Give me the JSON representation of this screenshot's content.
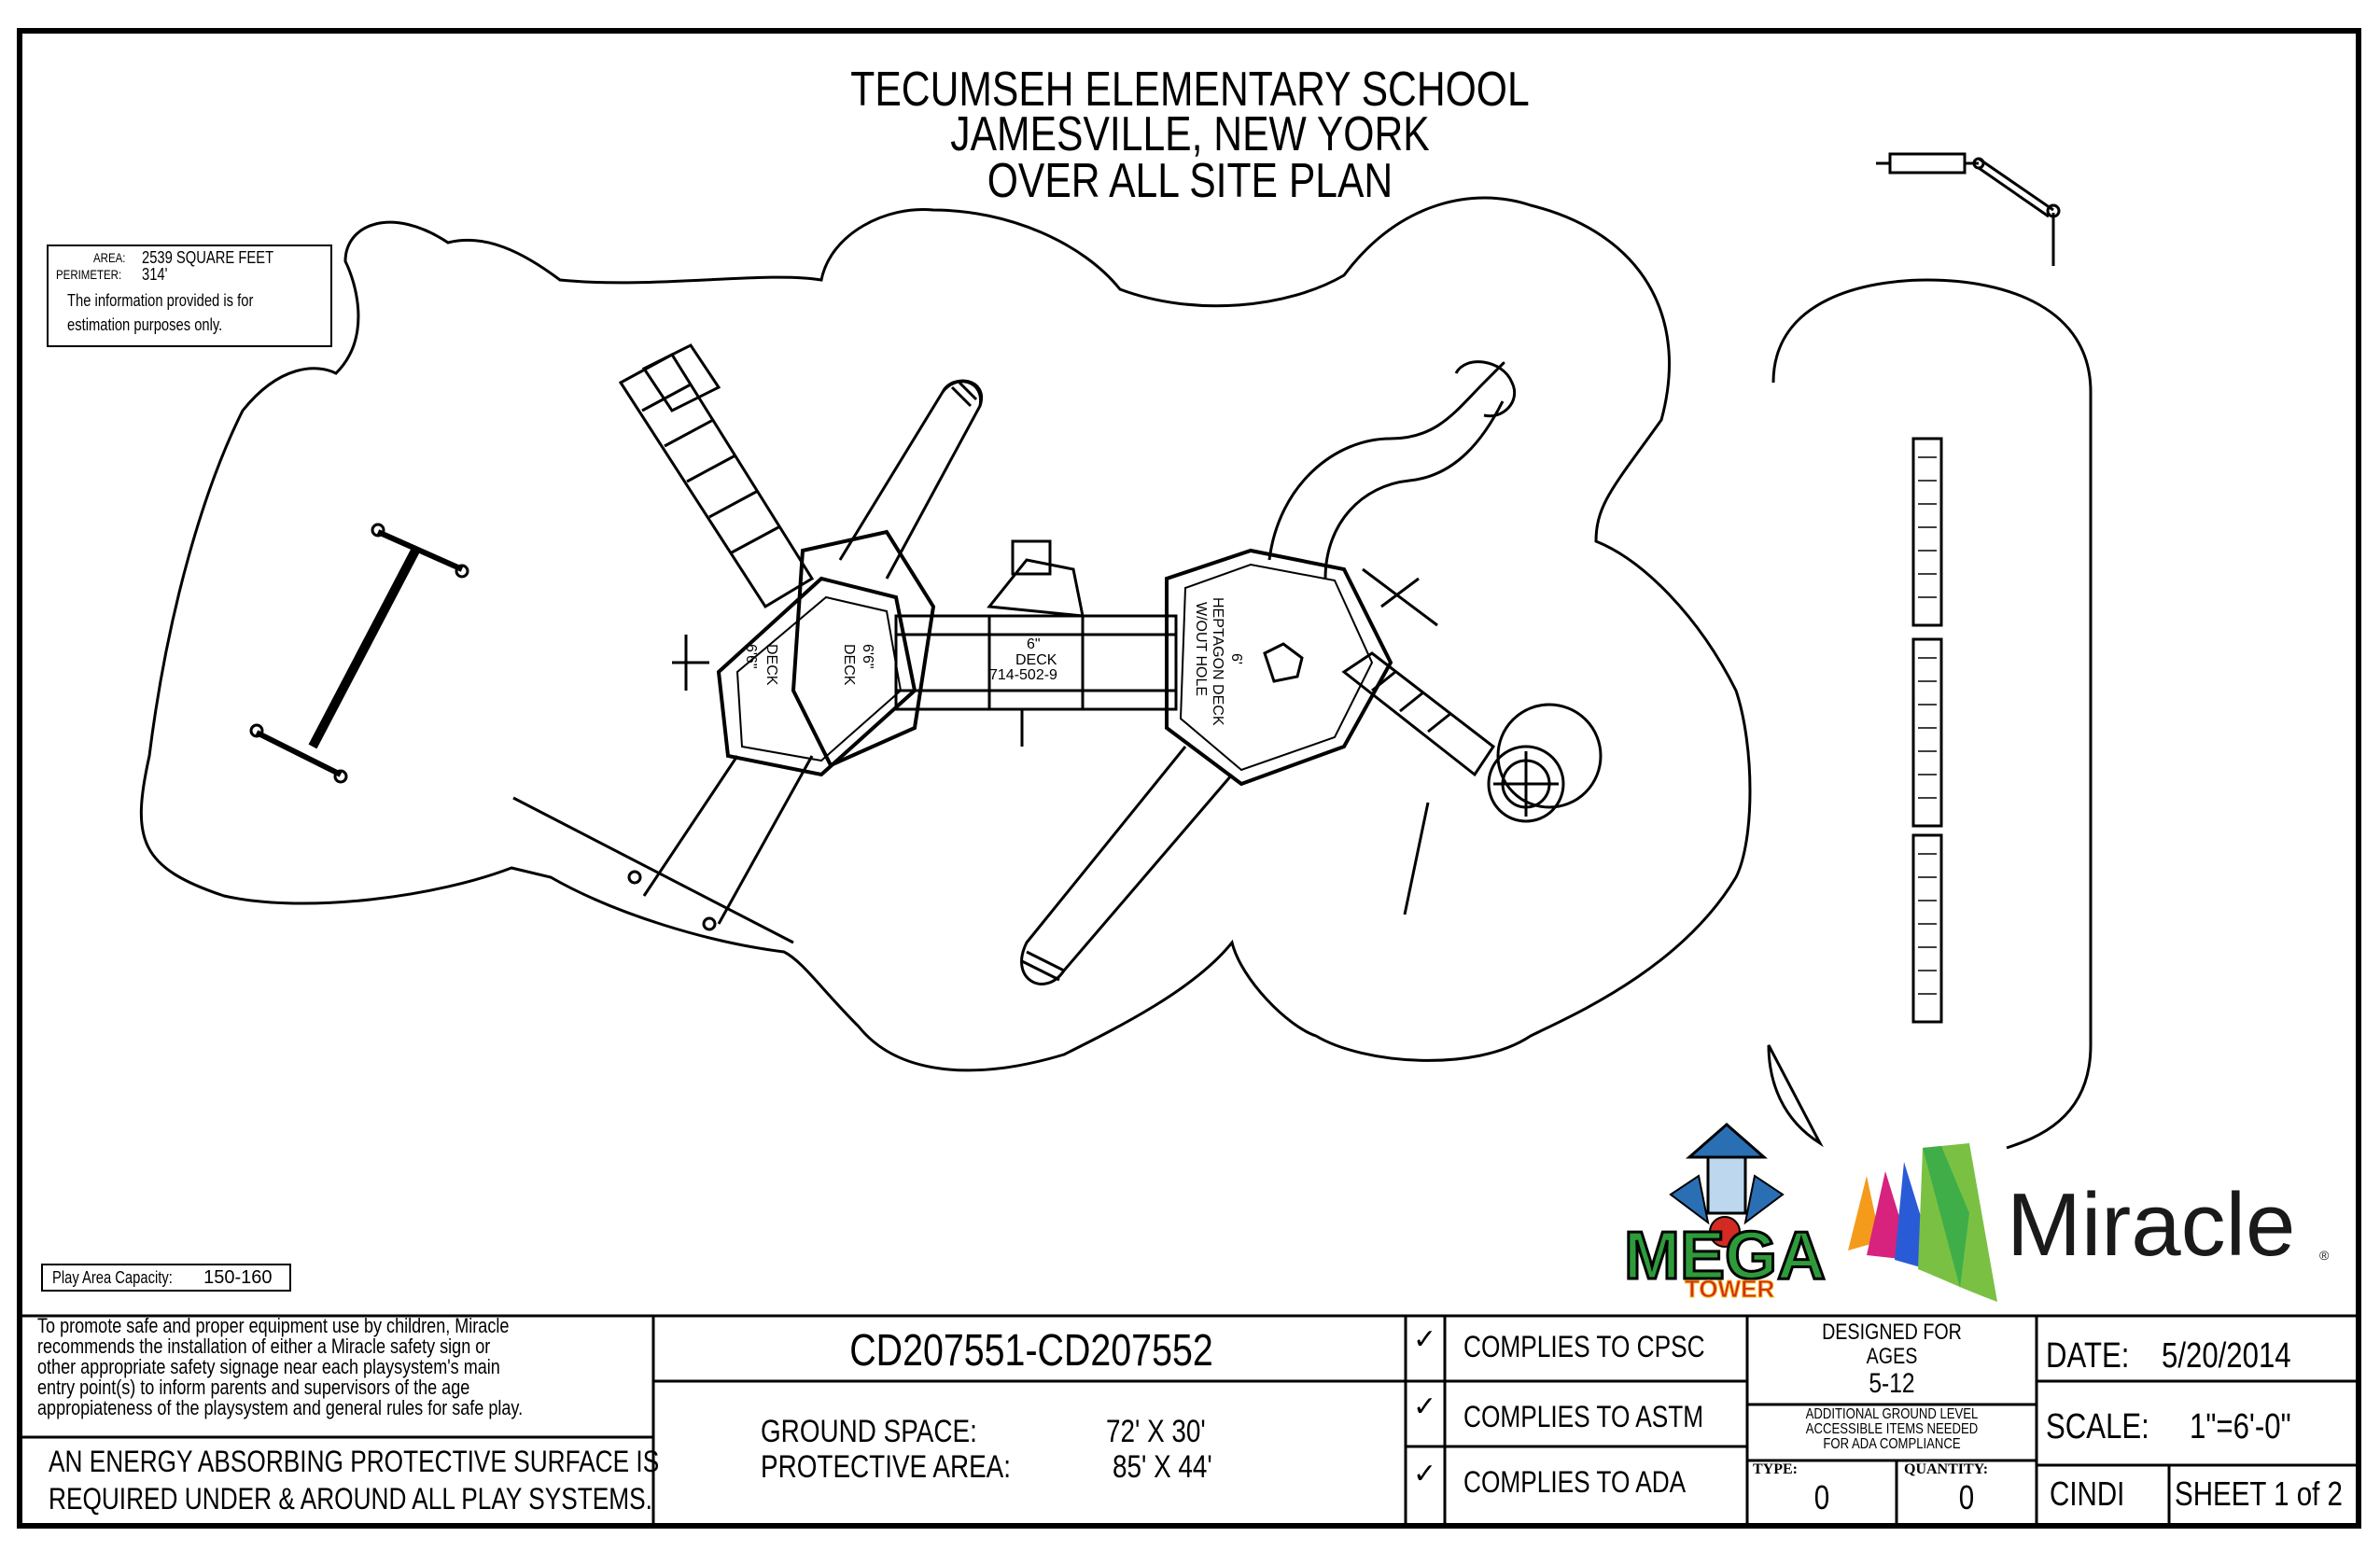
{
  "title": {
    "line1": "TECUMSEH ELEMENTARY SCHOOL",
    "line2": "JAMESVILLE, NEW YORK",
    "line3": "OVER ALL SITE PLAN"
  },
  "info_box": {
    "area_label": "AREA:",
    "area_value": "2539 SQUARE FEET",
    "perimeter_label": "PERIMETER:",
    "perimeter_value": "314'",
    "note_line1": "The information provided is for",
    "note_line2": "estimation purposes only."
  },
  "capacity": {
    "label": "Play Area Capacity:",
    "value": "150-160"
  },
  "plan_labels": {
    "left_deck_height": "6'6\"",
    "left_deck_name": "DECK",
    "mid_deck_height": "6'6\"",
    "mid_deck_name": "DECK",
    "center_deck_height": "6\"",
    "center_deck_name": "DECK",
    "center_deck_part": "714-502-9",
    "heptagon_height": "6'",
    "heptagon_line1": "HEPTAGON DECK",
    "heptagon_line2": "W/OUT HOLE"
  },
  "logos": {
    "mega_word": "MEGA",
    "tower_word": "TOWER",
    "brand": "Miracle",
    "registered": "®"
  },
  "title_block": {
    "safety_note": [
      "To promote safe and proper equipment use by children, Miracle",
      "recommends the installation of either a Miracle safety sign or",
      "other appropriate safety signage near each playsystem's main",
      "entry point(s) to inform parents and supervisors of the age",
      "appropiateness of the playsystem and general rules for safe play."
    ],
    "surface_note": [
      "AN ENERGY ABSORBING PROTECTIVE SURFACE IS",
      "REQUIRED UNDER & AROUND ALL PLAY SYSTEMS."
    ],
    "drawing_number": "CD207551-CD207552",
    "ground_space_label": "GROUND SPACE:",
    "ground_space_value": "72' X 30'",
    "protective_area_label": "PROTECTIVE AREA:",
    "protective_area_value": "85' X 44'",
    "check_mark": "✓",
    "complies": [
      "COMPLIES TO CPSC",
      "COMPLIES TO ASTM",
      "COMPLIES TO ADA"
    ],
    "designed_for_line1": "DESIGNED FOR",
    "designed_for_line2": "AGES",
    "ages": "5-12",
    "ada_note": [
      "ADDITIONAL GROUND LEVEL",
      "ACCESSIBLE ITEMS NEEDED",
      "FOR ADA COMPLIANCE"
    ],
    "type_label": "TYPE:",
    "type_value": "0",
    "quantity_label": "QUANTITY:",
    "quantity_value": "0",
    "date_label": "DATE:",
    "date_value": "5/20/2014",
    "scale_label": "SCALE:",
    "scale_value": "1\"=6'-0\"",
    "drawn_by": "CINDI",
    "sheet": "SHEET 1 of 2"
  },
  "colors": {
    "line": "#000000",
    "background": "#ffffff",
    "mega_green": "#2e9b3a",
    "mega_red": "#d42a24",
    "mega_yellow": "#f6c21b",
    "mega_blue": "#2a6fb4",
    "miracle_text": "#1a1a1a"
  }
}
